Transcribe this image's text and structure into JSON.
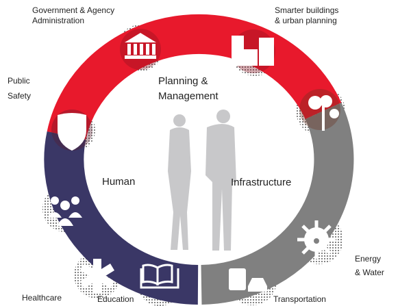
{
  "title_center": {
    "line1": "Planning &",
    "line2": "Management"
  },
  "segments": {
    "human": "Human",
    "infrastructure": "Infrastructure"
  },
  "labels": {
    "government_1": "Government & Agency",
    "government_2": "Administration",
    "buildings_1": "Smarter buildings",
    "buildings_2": "& urban planning",
    "safety_1": "Public",
    "safety_2": "Safety",
    "healthcare": "Healthcare",
    "education": "Education",
    "transportation": "Transportation",
    "energy_1": "Energy",
    "energy_2": "& Water"
  },
  "colors": {
    "planning": "#e8192c",
    "human": "#3a3766",
    "infrastructure": "#808080",
    "figures": "#c8c8ca"
  }
}
